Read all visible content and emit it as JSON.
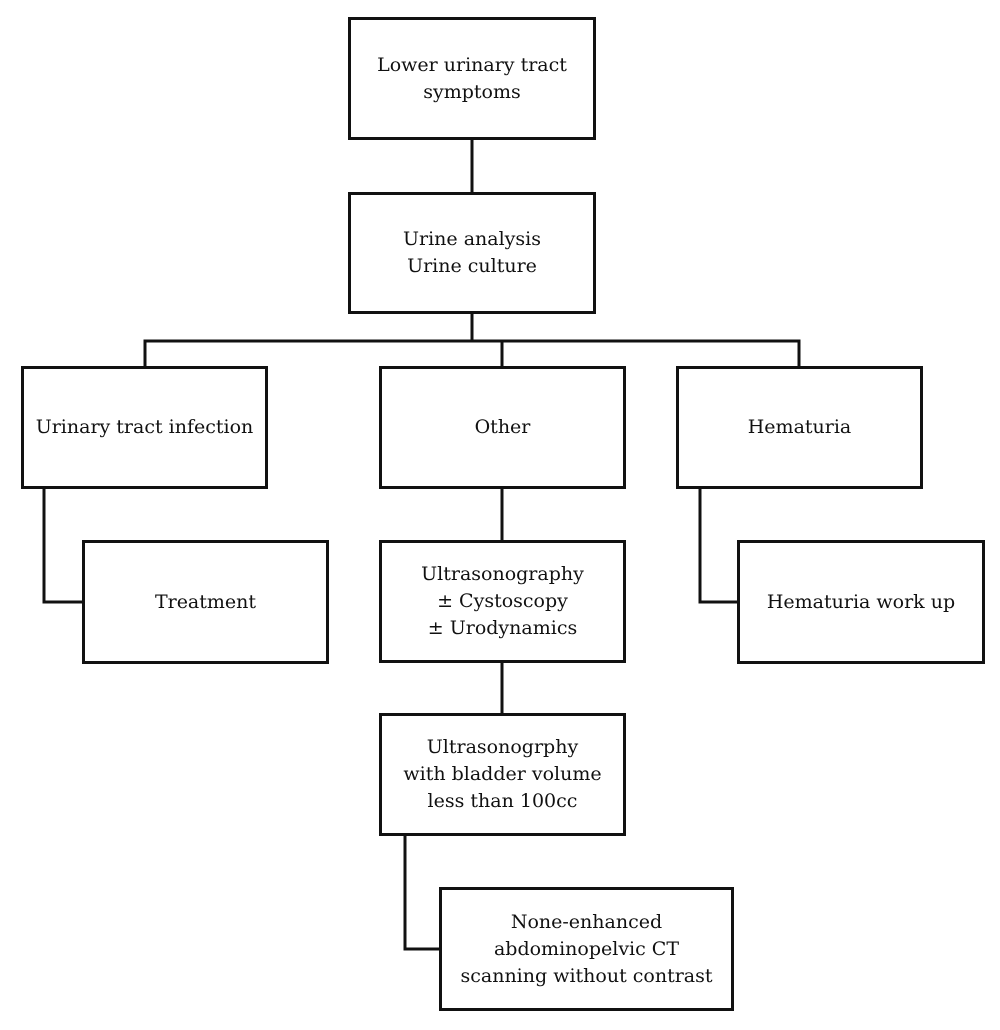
{
  "nodes": {
    "luts": {
      "lines": [
        "Lower urinary tract",
        "symptoms"
      ]
    },
    "urine_tests": {
      "lines": [
        "Urine analysis",
        "Urine culture"
      ]
    },
    "uti": {
      "lines": [
        "Urinary tract infection"
      ]
    },
    "other": {
      "lines": [
        "Other"
      ]
    },
    "hematuria": {
      "lines": [
        "Hematuria"
      ]
    },
    "treatment": {
      "lines": [
        "Treatment"
      ]
    },
    "imaging_tests": {
      "lines": [
        "Ultrasonography",
        "± Cystoscopy",
        "± Urodynamics"
      ]
    },
    "hematuria_workup": {
      "lines": [
        "Hematuria work up"
      ]
    },
    "bladder_volume": {
      "lines": [
        "Ultrasonogrphy",
        "with bladder volume",
        "less than 100cc"
      ]
    },
    "ct_scan": {
      "lines": [
        "None-enhanced",
        "abdominopelvic CT",
        "scanning without contrast"
      ]
    }
  },
  "colors": {
    "line": "#111111",
    "box_fill": "#ffffff"
  }
}
